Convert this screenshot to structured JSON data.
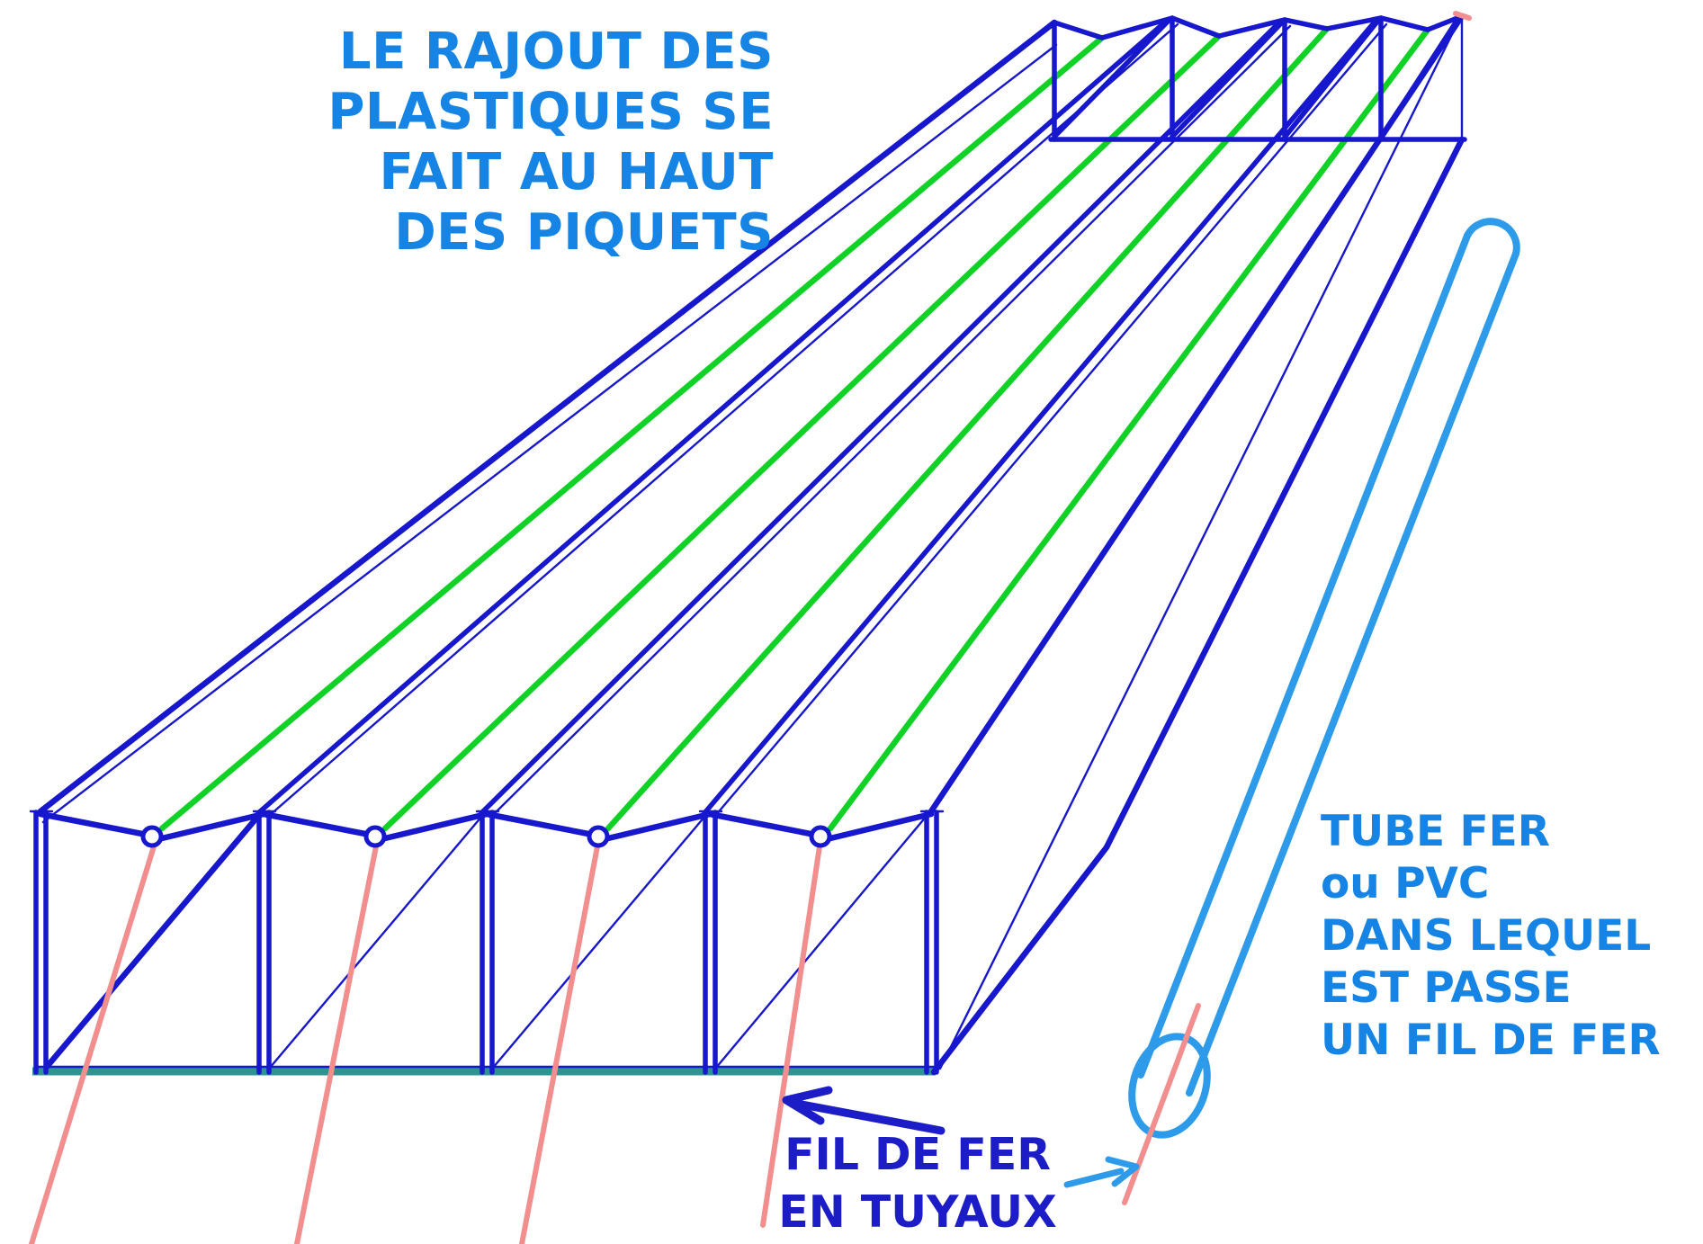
{
  "diagram": {
    "caption_top_left": {
      "lines": [
        "LE RAJOUT DES",
        "PLASTIQUES SE",
        "FAIT AU HAUT",
        "DES PIQUETS"
      ]
    },
    "caption_tube": {
      "lines": [
        "TUBE FER",
        "ou PVC",
        "DANS LEQUEL",
        "EST PASSE",
        "UN FIL DE FER"
      ]
    },
    "caption_fil": {
      "lines": [
        "FIL DE FER",
        "EN TUYAUX"
      ]
    },
    "colors": {
      "structure_blue": "#1717CE",
      "caption_azure": "#1584E4",
      "caption_dark_blue": "#1D1DC8",
      "tube_blue": "#2E9BEA",
      "plastic_green": "#10D226",
      "wire_pink": "#F28E8E",
      "ground_teal": "#2D9492",
      "background": "#FFFFFF"
    }
  }
}
